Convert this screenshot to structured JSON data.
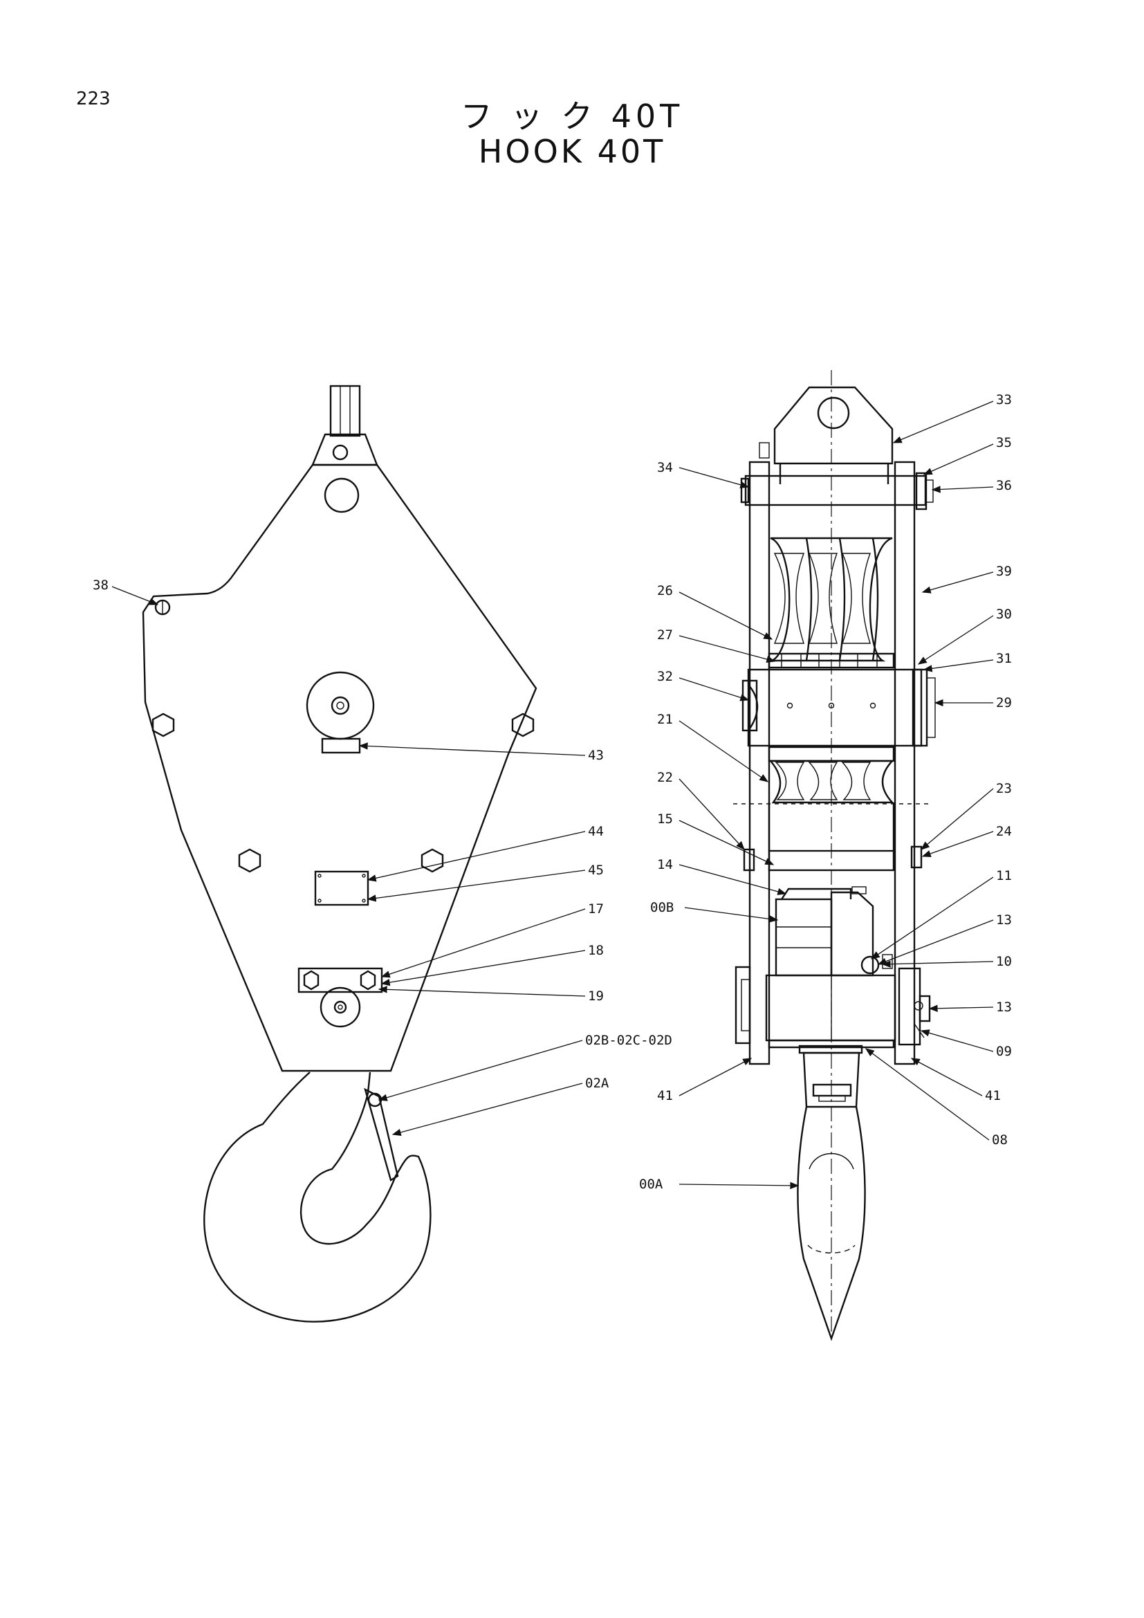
{
  "page_number": "223",
  "title_jp": "フ ッ ク 40T",
  "title_en": "HOOK 40T",
  "callouts": [
    {
      "id": "c33",
      "label": "33"
    },
    {
      "id": "c34",
      "label": "34"
    },
    {
      "id": "c35",
      "label": "35"
    },
    {
      "id": "c36",
      "label": "36"
    },
    {
      "id": "c38",
      "label": "38"
    },
    {
      "id": "c39",
      "label": "39"
    },
    {
      "id": "c26",
      "label": "26"
    },
    {
      "id": "c30",
      "label": "30"
    },
    {
      "id": "c27",
      "label": "27"
    },
    {
      "id": "c31",
      "label": "31"
    },
    {
      "id": "c32",
      "label": "32"
    },
    {
      "id": "c29",
      "label": "29"
    },
    {
      "id": "c21",
      "label": "21"
    },
    {
      "id": "c43",
      "label": "43"
    },
    {
      "id": "c22",
      "label": "22"
    },
    {
      "id": "c23",
      "label": "23"
    },
    {
      "id": "c15",
      "label": "15"
    },
    {
      "id": "c24",
      "label": "24"
    },
    {
      "id": "c44",
      "label": "44"
    },
    {
      "id": "c14",
      "label": "14"
    },
    {
      "id": "c45",
      "label": "45"
    },
    {
      "id": "c11",
      "label": "11"
    },
    {
      "id": "c00B",
      "label": "00B"
    },
    {
      "id": "c17",
      "label": "17"
    },
    {
      "id": "c13a",
      "label": "13"
    },
    {
      "id": "c18",
      "label": "18"
    },
    {
      "id": "c10",
      "label": "10"
    },
    {
      "id": "c19",
      "label": "19"
    },
    {
      "id": "c13b",
      "label": "13"
    },
    {
      "id": "c09",
      "label": "09"
    },
    {
      "id": "c02B",
      "label": "02B-02C-02D"
    },
    {
      "id": "c41a",
      "label": "41"
    },
    {
      "id": "c41b",
      "label": "41"
    },
    {
      "id": "c02A",
      "label": "02A"
    },
    {
      "id": "c08",
      "label": "08"
    },
    {
      "id": "c00A",
      "label": "00A"
    }
  ]
}
